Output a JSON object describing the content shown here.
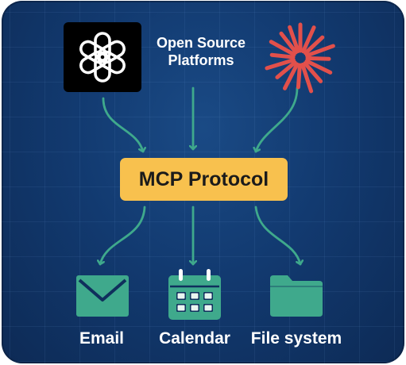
{
  "diagram": {
    "sources": {
      "title_line1": "Open Source",
      "title_line2": "Platforms",
      "left_logo": "openai-knot-icon",
      "right_logo": "coral-starburst-icon"
    },
    "protocol": {
      "label": "MCP Protocol"
    },
    "tools": [
      {
        "label": "Email",
        "icon": "envelope-icon"
      },
      {
        "label": "Calendar",
        "icon": "calendar-icon"
      },
      {
        "label": "File system",
        "icon": "folder-icon"
      }
    ]
  },
  "colors": {
    "background": "#123a70",
    "protocol_box": "#f8c14e",
    "arrows_and_icons": "#3fa98c",
    "starburst": "#e2504b",
    "text": "#ffffff"
  }
}
